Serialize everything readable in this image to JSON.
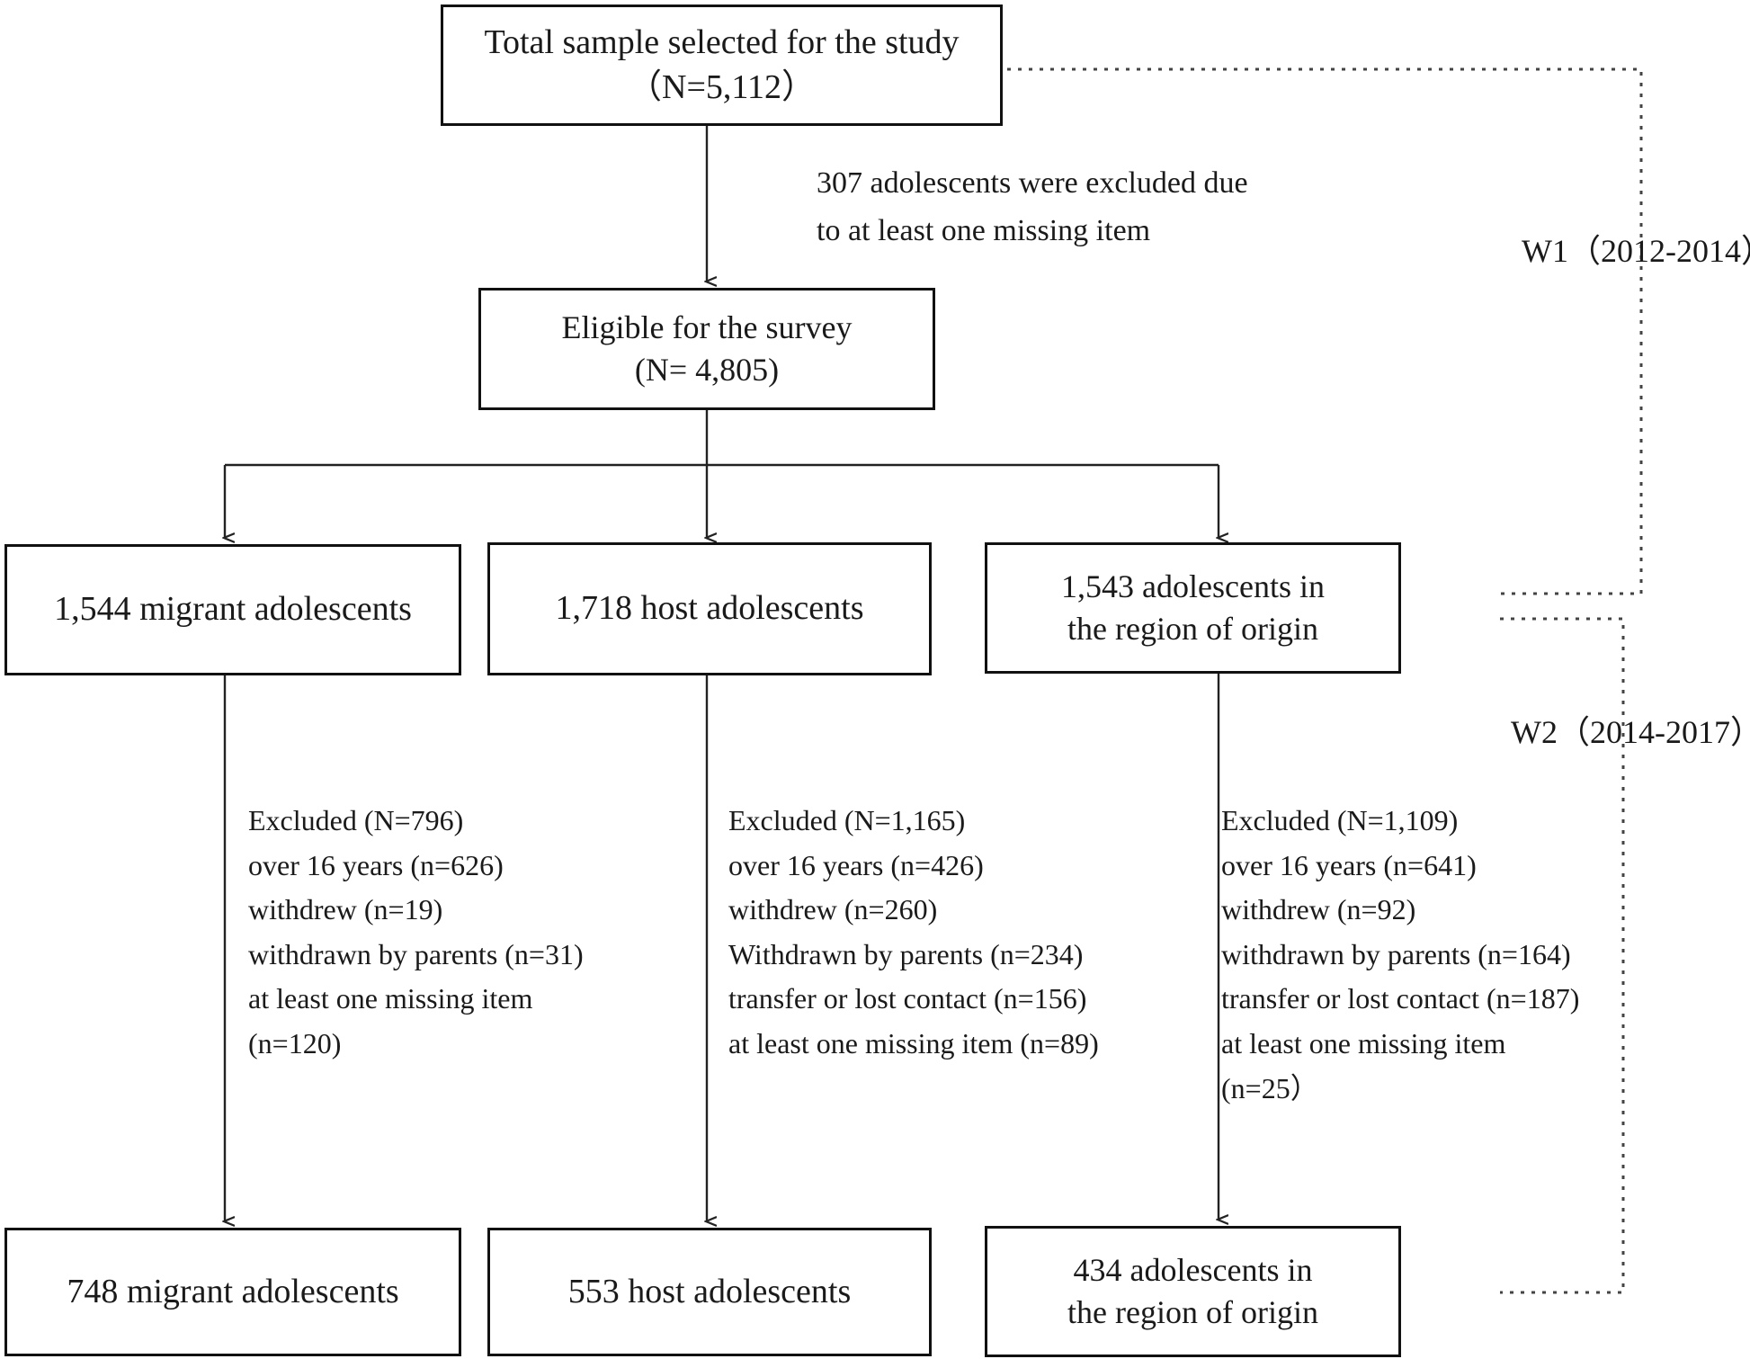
{
  "diagram": {
    "title": "Study participant flow diagram",
    "stroke_color": "#111111",
    "dotted_color": "#444444",
    "background": "#ffffff"
  },
  "nodes": {
    "total": "Total sample selected for the study\n（N=5,112）",
    "eligible": "Eligible for the survey\n(N= 4,805)",
    "migrant_w1": "1,544 migrant adolescents",
    "host_w1": "1,718 host adolescents",
    "origin_w1": "1,543 adolescents in\nthe region of origin",
    "migrant_w2": "748 migrant adolescents",
    "host_w2": "553 host adolescents",
    "origin_w2": "434 adolescents in\nthe region of origin"
  },
  "annotations": {
    "exclusion_top": "307 adolescents were excluded due\nto at least one missing item",
    "migrant_exclusions": "Excluded (N=796)\nover 16 years (n=626)\nwithdrew (n=19)\nwithdrawn by parents (n=31)\nat least one missing item\n(n=120)",
    "host_exclusions": "Excluded (N=1,165)\nover 16 years (n=426)\nwithdrew (n=260)\nWithdrawn by parents (n=234)\ntransfer or lost contact (n=156)\nat least one missing item (n=89)",
    "origin_exclusions": "Excluded (N=1,109)\nover 16 years (n=641)\nwithdrew (n=92)\nwithdrawn by parents (n=164)\ntransfer or lost contact (n=187)\nat least one missing item\n(n=25）"
  },
  "waves": {
    "w1_label": "W1（2012-2014）",
    "w2_label": "W2（2014-2017）"
  },
  "chart_data": {
    "type": "table",
    "title": "Study participant flow (CONSORT-style)",
    "stages": [
      {
        "stage": "Total sample selected for the study",
        "n": 5112,
        "label": "（N=5,112）"
      },
      {
        "stage": "Excluded due to at least one missing item",
        "n": 307,
        "label": "307 adolescents were excluded due to at least one missing item"
      },
      {
        "stage": "Eligible for the survey",
        "n": 4805,
        "label": "(N= 4,805)"
      }
    ],
    "groups": [
      {
        "name": "migrant adolescents",
        "wave1_n": 1544,
        "wave2_n": 748,
        "excluded_total": 796,
        "exclusion_reasons": [
          {
            "reason": "over 16 years",
            "n": 626
          },
          {
            "reason": "withdrew",
            "n": 19
          },
          {
            "reason": "withdrawn by parents",
            "n": 31
          },
          {
            "reason": "at least one missing item",
            "n": 120
          }
        ]
      },
      {
        "name": "host adolescents",
        "wave1_n": 1718,
        "wave2_n": 553,
        "excluded_total": 1165,
        "exclusion_reasons": [
          {
            "reason": "over 16 years",
            "n": 426
          },
          {
            "reason": "withdrew",
            "n": 260
          },
          {
            "reason": "Withdrawn by parents",
            "n": 234
          },
          {
            "reason": "transfer or lost contact",
            "n": 156
          },
          {
            "reason": "at least one missing item",
            "n": 89
          }
        ]
      },
      {
        "name": "adolescents in the region of origin",
        "wave1_n": 1543,
        "wave2_n": 434,
        "excluded_total": 1109,
        "exclusion_reasons": [
          {
            "reason": "over 16 years",
            "n": 641
          },
          {
            "reason": "withdrew",
            "n": 92
          },
          {
            "reason": "withdrawn by parents",
            "n": 164
          },
          {
            "reason": "transfer or lost contact",
            "n": 187
          },
          {
            "reason": "at least one missing item",
            "n": 25
          }
        ]
      }
    ],
    "waves": [
      {
        "id": "W1",
        "label": "W1（2012-2014）",
        "years": "2012-2014"
      },
      {
        "id": "W2",
        "label": "W2（2014-2017）",
        "years": "2014-2017"
      }
    ]
  }
}
